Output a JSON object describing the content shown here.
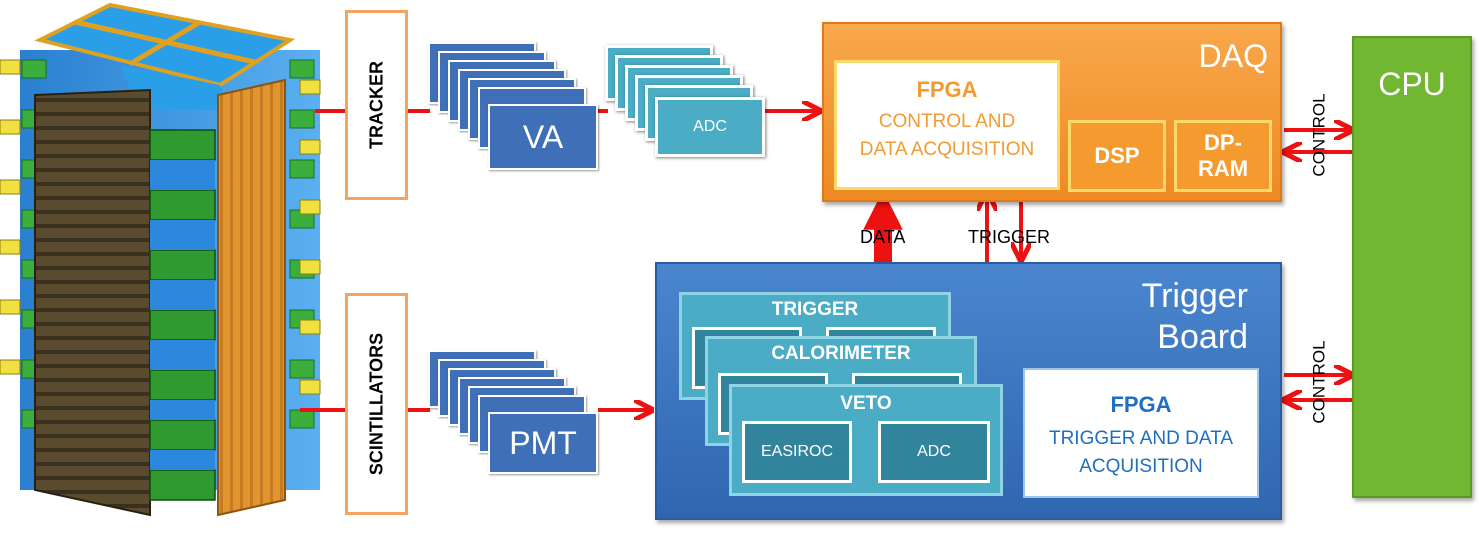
{
  "detector": {
    "tracker_label": "TRACKER",
    "scintillators_label": "SCINTILLATORS"
  },
  "va": {
    "label": "VA"
  },
  "adc_top": {
    "label": "ADC"
  },
  "pmt": {
    "label": "PMT"
  },
  "daq": {
    "title": "DAQ",
    "fpga_title": "FPGA",
    "fpga_line1": "CONTROL AND",
    "fpga_line2": "DATA ACQUISITION",
    "dsp_label": "DSP",
    "dpram_line1": "DP-",
    "dpram_line2": "RAM"
  },
  "links": {
    "data_label": "DATA",
    "trigger_label": "TRIGGER",
    "control_top": "CONTROL",
    "control_bottom": "CONTROL"
  },
  "trigger_board": {
    "title_line1": "Trigger",
    "title_line2": "Board",
    "trigger_title": "TRIGGER",
    "calorimeter_title": "CALORIMETER",
    "veto_title": "VETO",
    "easiroc_label": "EASIROC",
    "adc_label": "ADC",
    "fpga_title": "FPGA",
    "fpga_line1": "TRIGGER AND DATA",
    "fpga_line2": "ACQUISITION"
  },
  "cpu": {
    "title": "CPU"
  },
  "colors": {
    "arrow": "#ee1111",
    "daq": "#f39a34",
    "trigger_board": "#3a74c0",
    "cpu": "#72b731",
    "cyan": "#4bacc6"
  }
}
